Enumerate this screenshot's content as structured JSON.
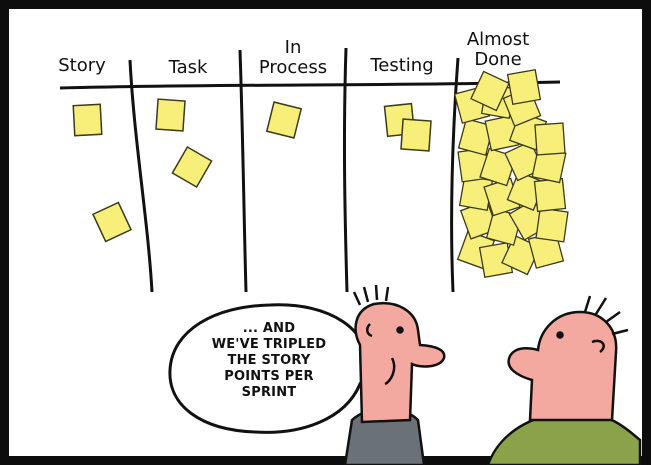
{
  "board": {
    "columns": [
      {
        "label": "Story"
      },
      {
        "label": "Task"
      },
      {
        "label": "In Process"
      },
      {
        "label": "Testing"
      },
      {
        "label": "Almost Done"
      }
    ]
  },
  "speech_balloon": {
    "lines": [
      "... AND",
      "WE'VE TRIPLED",
      "THE STORY",
      "POINTS PER",
      "SPRINT"
    ]
  },
  "colors": {
    "frame": "#0d0d0d",
    "sticky_note": "#f7ef7a",
    "sticky_outline": "#3b3a1a",
    "skin": "#f4a9a0",
    "shirt_left": "#6b7277",
    "shirt_right": "#8aa34a"
  }
}
